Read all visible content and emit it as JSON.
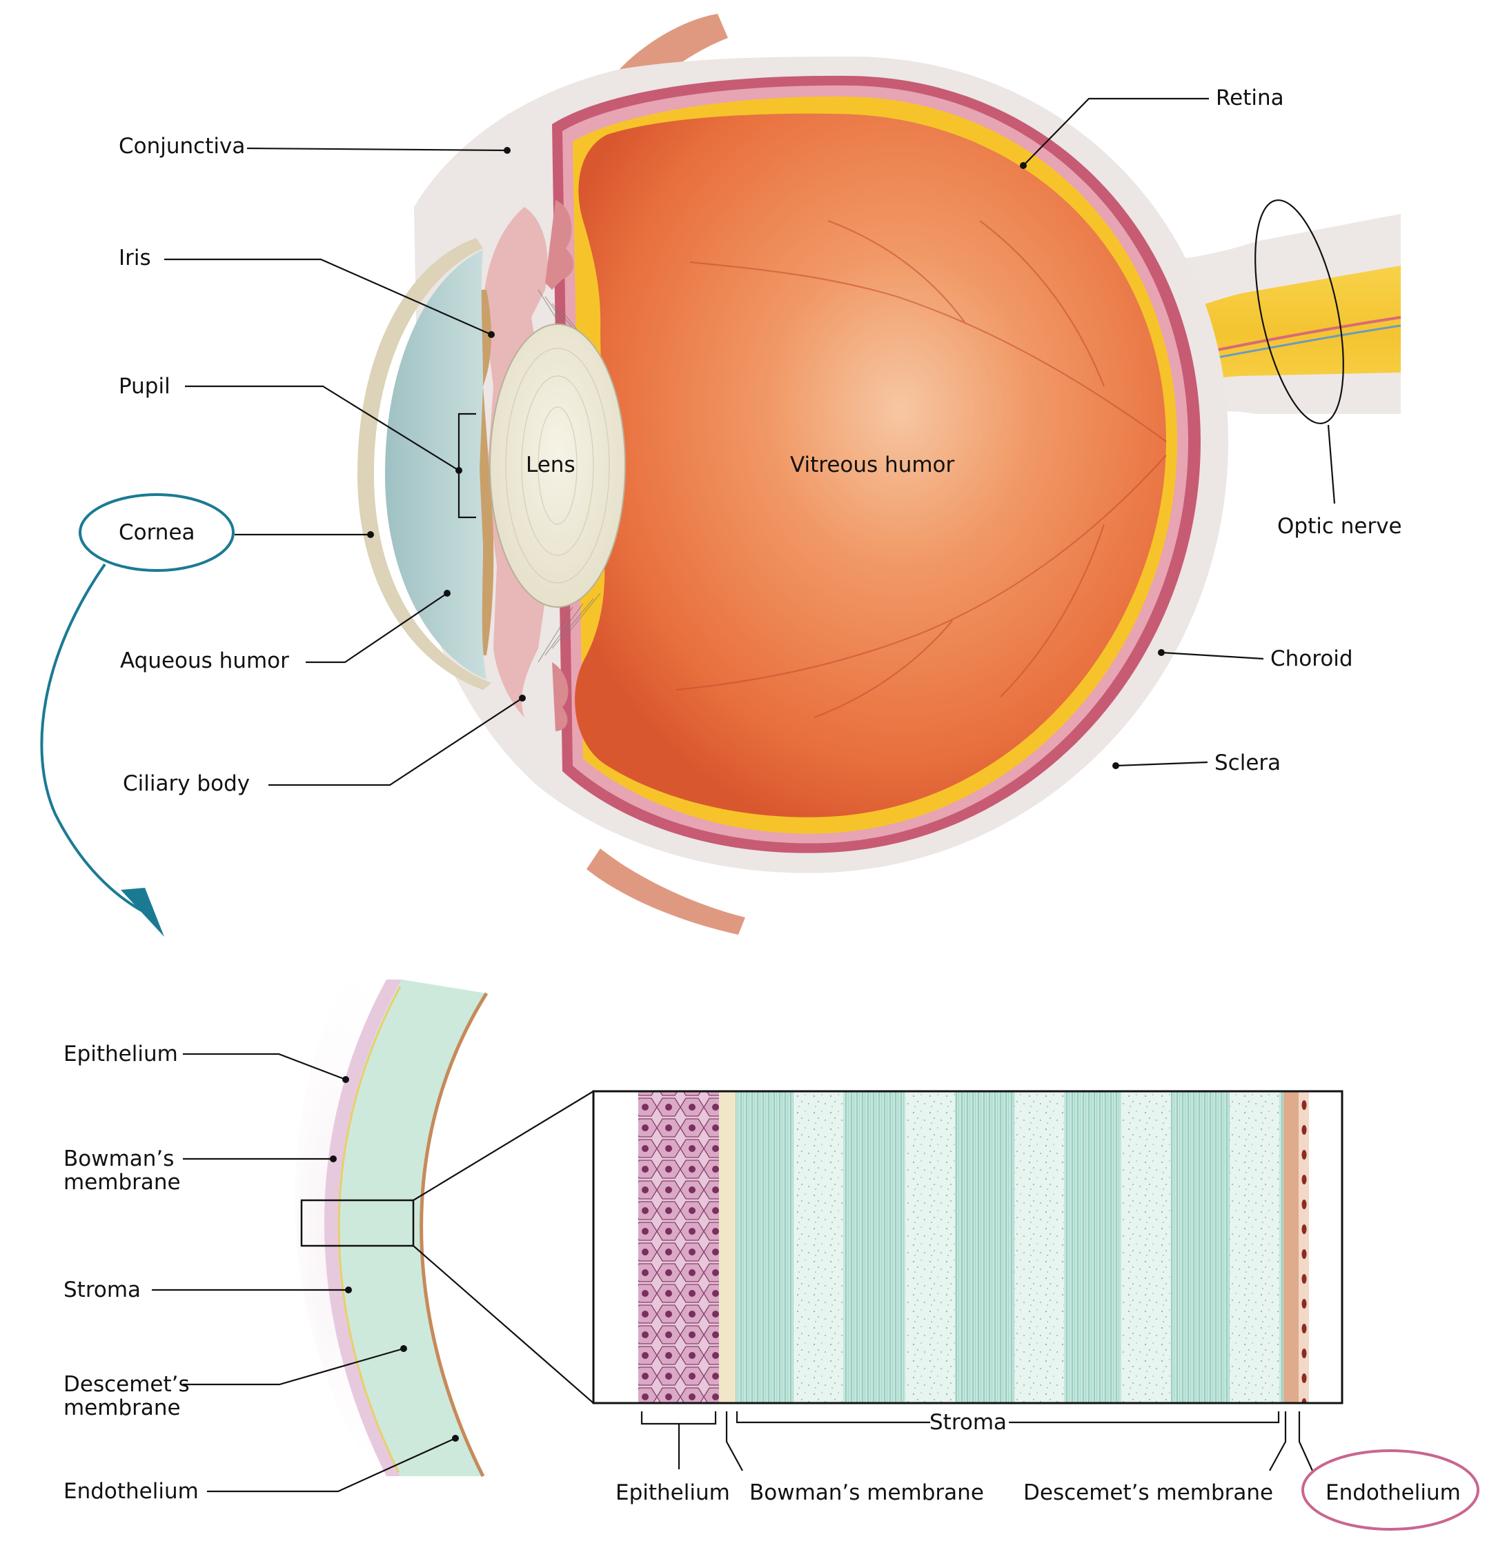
{
  "eye_labels": {
    "conjunctiva": "Conjunctiva",
    "iris": "Iris",
    "pupil": "Pupil",
    "cornea": "Cornea",
    "aqueous_humor": "Aqueous humor",
    "ciliary_body": "Ciliary body",
    "lens": "Lens",
    "vitreous_humor": "Vitreous humor",
    "retina": "Retina",
    "optic_nerve": "Optic nerve",
    "choroid": "Choroid",
    "sclera": "Sclera"
  },
  "cornea_labels": {
    "epithelium": "Epithelium",
    "bowmans_line1": "Bowman’s",
    "bowmans_line2": "membrane",
    "stroma": "Stroma",
    "descemets_line1": "Descemet’s",
    "descemets_line2": "membrane",
    "endothelium": "Endothelium"
  },
  "layer_labels": {
    "stroma": "Stroma",
    "epithelium": "Epithelium",
    "bowmans": "Bowman’s membrane",
    "descemets": "Descemet’s membrane",
    "endothelium": "Endothelium"
  },
  "colors": {
    "cornea_highlight": "#1b7a93",
    "endothelium_highlight": "#c9668f",
    "vitreous": "#e8743f",
    "retina": "#f6c42a",
    "choroid": "#c75b74",
    "sclera": "#ece6e4",
    "stroma": "#bfe3d8",
    "epithelium": "#b56f9a"
  }
}
